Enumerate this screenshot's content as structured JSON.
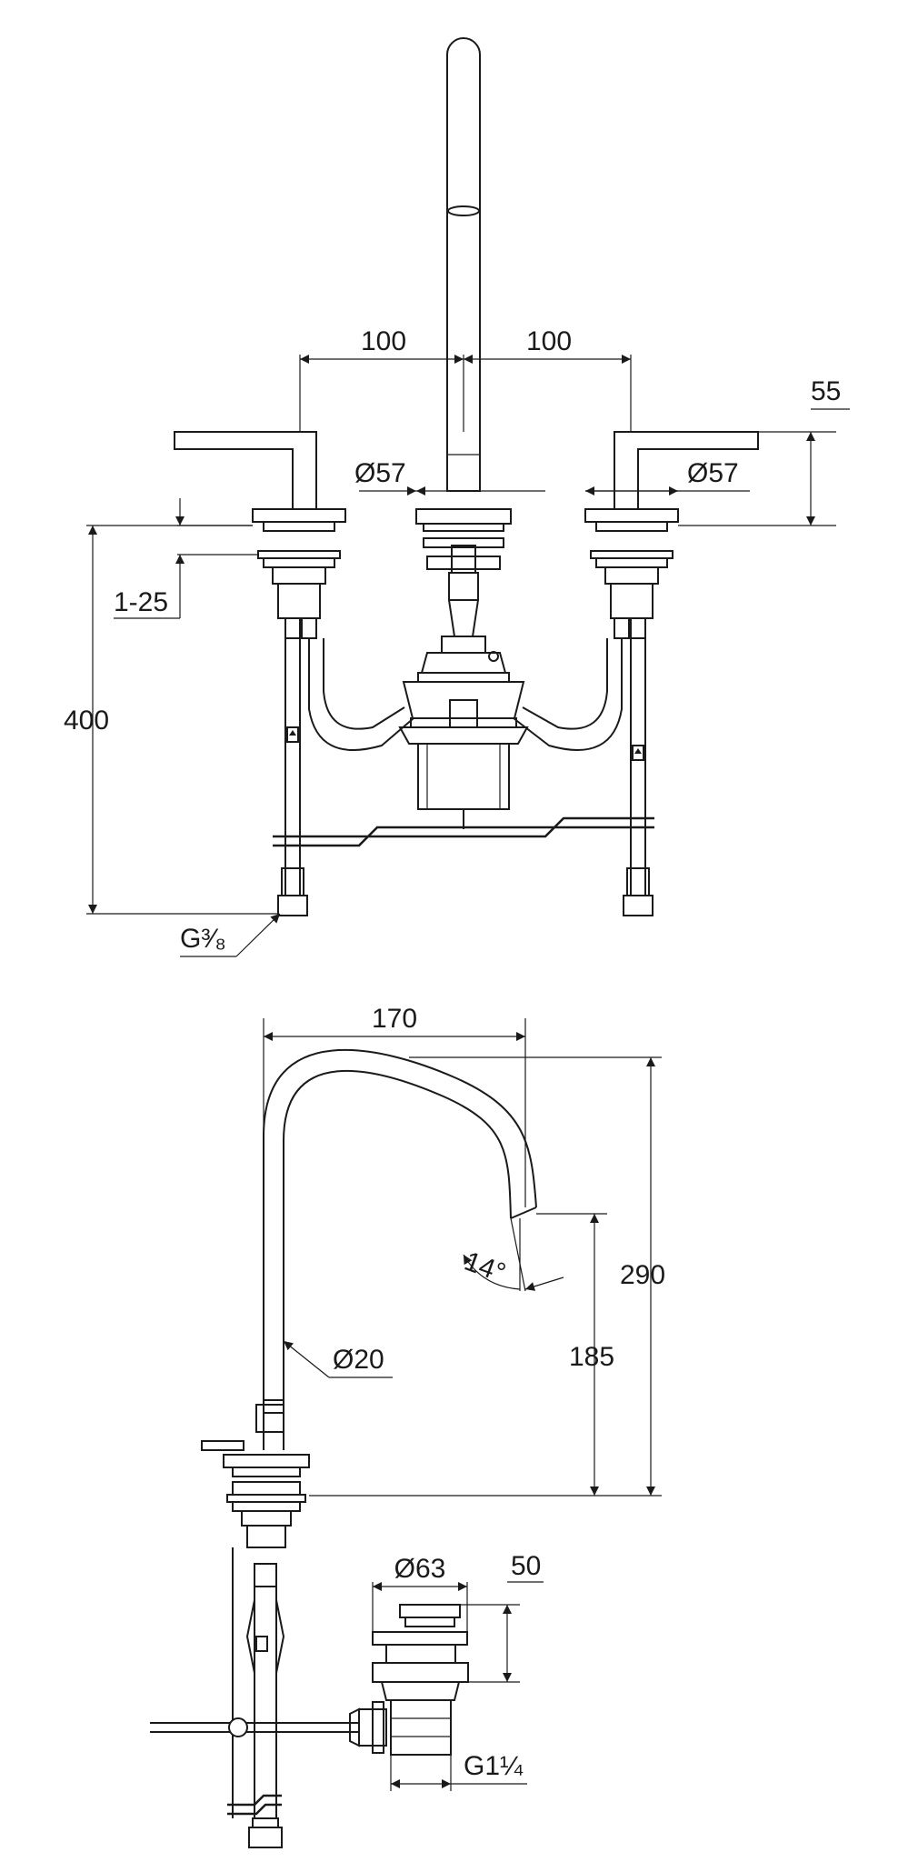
{
  "dimensions": {
    "front_left_spacing": "100",
    "front_right_spacing": "100",
    "lever_height": "55",
    "spout_base_diameter": "Ø57",
    "handle_base_diameter": "Ø57",
    "deck_thickness": "1-25",
    "supply_length": "400",
    "connection_thread": "G³⁄₈",
    "spout_reach": "170",
    "spout_total_height": "290",
    "spout_clearance": "185",
    "spout_diameter": "Ø20",
    "outlet_angle": "14°",
    "waste_diameter": "Ø63",
    "waste_height": "50",
    "waste_thread": "G1¼"
  },
  "colors": {
    "line": "#1a1a1a",
    "background": "#ffffff"
  }
}
